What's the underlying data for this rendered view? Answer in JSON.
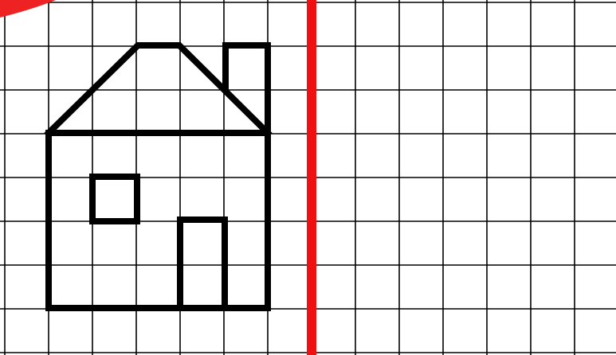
{
  "worksheet": {
    "type": "symmetry-drawing-grid",
    "grid": {
      "columns": 14,
      "rows": 8,
      "line_color": "#000000",
      "background": "#ffffff"
    },
    "mirror_line": {
      "orientation": "vertical",
      "after_column": 7,
      "color": "#ee1111"
    },
    "figure": {
      "name": "house",
      "side": "left",
      "stroke_color": "#000000",
      "parts": [
        "walls",
        "roof",
        "chimney",
        "window",
        "door"
      ]
    },
    "decoration": {
      "name": "red-corner-shape",
      "color": "#ee2222"
    }
  }
}
